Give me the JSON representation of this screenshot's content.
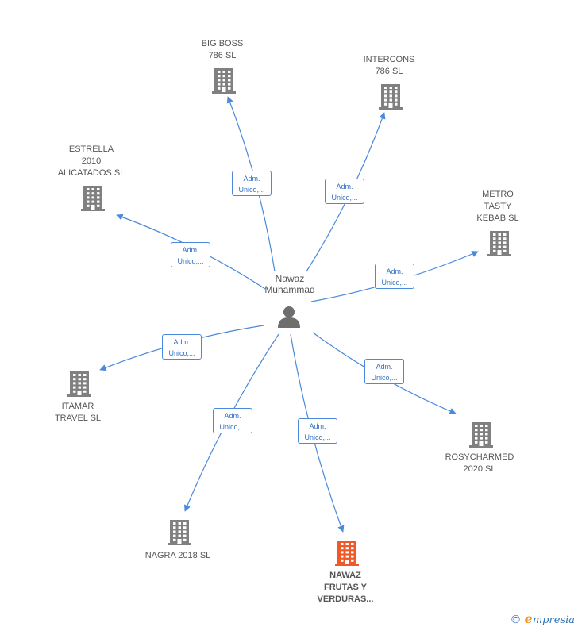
{
  "center": {
    "name": "Nawaz\nMuhammad",
    "icon": "person-icon"
  },
  "companies": [
    {
      "id": "bigboss",
      "name": "BIG BOSS\n786  SL",
      "icon": "building-icon",
      "color": "#808080"
    },
    {
      "id": "intercons",
      "name": "INTERCONS\n786  SL",
      "icon": "building-icon",
      "color": "#808080"
    },
    {
      "id": "estrella",
      "name": "ESTRELLA\n2010\nALICATADOS  SL",
      "icon": "building-icon",
      "color": "#808080"
    },
    {
      "id": "metro",
      "name": "METRO\nTASTY\nKEBAB  SL",
      "icon": "building-icon",
      "color": "#808080"
    },
    {
      "id": "itamar",
      "name": "ITAMAR\nTRAVEL SL",
      "icon": "building-icon",
      "color": "#808080"
    },
    {
      "id": "rosy",
      "name": "ROSYCHARMED\n2020  SL",
      "icon": "building-icon",
      "color": "#808080"
    },
    {
      "id": "nagra",
      "name": "NAGRA 2018  SL",
      "icon": "building-icon",
      "color": "#808080"
    },
    {
      "id": "nawaz",
      "name": "NAWAZ\nFRUTAS Y\nVERDURAS...",
      "icon": "building-icon",
      "color": "#f05a28"
    }
  ],
  "relation_label": "Adm.\nUnico,...",
  "edge_color": "#4a89dc",
  "footer": {
    "copyright": "©",
    "brand_first": "e",
    "brand_rest": "mpresia"
  }
}
